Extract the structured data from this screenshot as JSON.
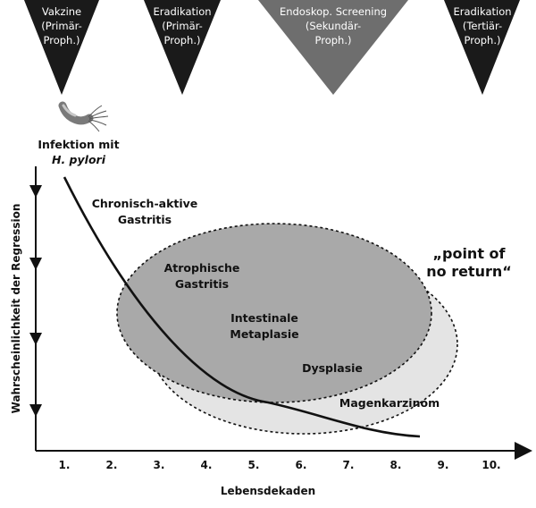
{
  "interventions": [
    {
      "lines": [
        "Vakzine",
        "(Primär-",
        "Proph.)"
      ],
      "color": "#1a1a1a",
      "text_color": "#ffffff"
    },
    {
      "lines": [
        "Eradikation",
        "(Primär-",
        "Proph.)"
      ],
      "color": "#1a1a1a",
      "text_color": "#ffffff"
    },
    {
      "lines": [
        "Endoskop. Screening",
        "(Sekundär-",
        "Proph.)"
      ],
      "color": "#6e6e6e",
      "text_color": "#ffffff"
    },
    {
      "lines": [
        "Eradikation",
        "(Tertiär-",
        "Proph.)"
      ],
      "color": "#1a1a1a",
      "text_color": "#ffffff"
    }
  ],
  "bacterium": {
    "icon": "bacterium-icon"
  },
  "infection": {
    "line1": "Infektion mit",
    "line2": "H. pylori"
  },
  "stages": {
    "gastritis_1": "Chronisch-aktive",
    "gastritis_2": "Gastritis",
    "atrophic_1": "Atrophische",
    "atrophic_2": "Gastritis",
    "metaplasia_1": "Intestinale",
    "metaplasia_2": "Metaplasie",
    "dysplasia": "Dysplasie",
    "carcinoma": "Magenkarzinom"
  },
  "point_of_no_return": {
    "line1": "„point of",
    "line2": "no return“"
  },
  "axes": {
    "x_title": "Lebensdekaden",
    "y_title": "Wahrscheinlichkeit der Regression",
    "x_ticks": [
      "1.",
      "2.",
      "3.",
      "4.",
      "5.",
      "6.",
      "7.",
      "8.",
      "9.",
      "10."
    ]
  },
  "colors": {
    "big_ellipse": "#a9a9a9",
    "small_ellipse": "#e4e4e4",
    "curve": "#111111"
  }
}
